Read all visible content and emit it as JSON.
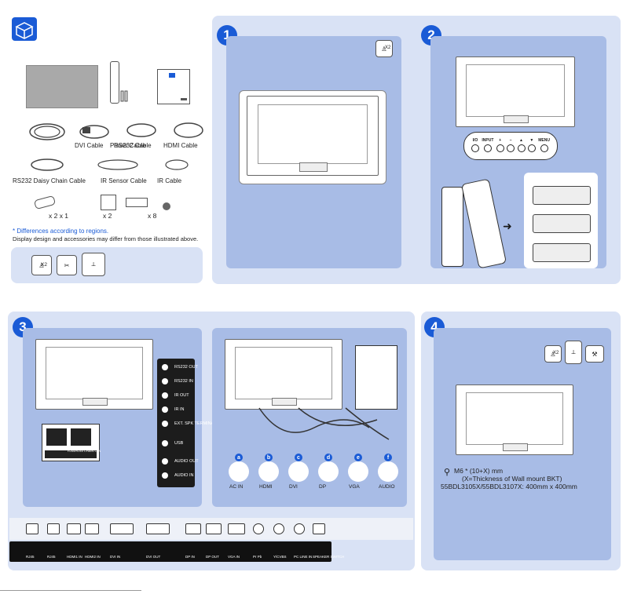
{
  "step_numbers": [
    "1",
    "2",
    "3",
    "4"
  ],
  "box_contents": {
    "labels": [
      "DVI Cable",
      "Power Cable",
      "RS232 Cable",
      "HDMI Cable",
      "RS232 Daisy Chain Cable",
      "IR Sensor Cable",
      "IR Cable"
    ],
    "quantities": [
      "x 2 x 1",
      "x 2",
      "x 8"
    ],
    "note_title": "* Differences according to regions.",
    "note_body": "Display design and accessories may differ from those illustrated above.",
    "people_qty": "X2"
  },
  "step1": {
    "people_qty": "X2"
  },
  "step2": {
    "button_labels": [
      "I/O",
      "INPUT",
      "+",
      "–",
      "▲",
      "▼",
      "MENU"
    ]
  },
  "step3": {
    "side_ports": [
      "RS232 OUT",
      "RS232 IN",
      "IR OUT",
      "IR IN",
      "EXT. SPK TERMINAL",
      "USB",
      "AUDIO OUT",
      "AUDIO IN"
    ],
    "power_label": "RJ45/RJ45 CHAIN LAN",
    "connector_letters": [
      "a",
      "b",
      "c",
      "d",
      "e",
      "f"
    ],
    "connector_labels": [
      "AC IN",
      "HDMI",
      "DVI",
      "DP",
      "VGA",
      "AUDIO"
    ],
    "bottom_ports": [
      "RJ45",
      "RJ45",
      "HDMI1 IN",
      "HDMI2 IN",
      "DVI IN",
      "DVI OUT",
      "DP IN",
      "DP OUT",
      "VGA IN",
      "Pr Pb",
      "Y/CVBS",
      "PC LINE IN",
      "SPEAKER SWITCH"
    ]
  },
  "step4": {
    "people_qty": "X2",
    "screw_spec": "M6 * (10+X) mm",
    "thickness_note": "(X=Thickness of  Wall mount BKT)",
    "models_spec": "55BDL3105X/55BDL3107X: 400mm x 400mm"
  }
}
